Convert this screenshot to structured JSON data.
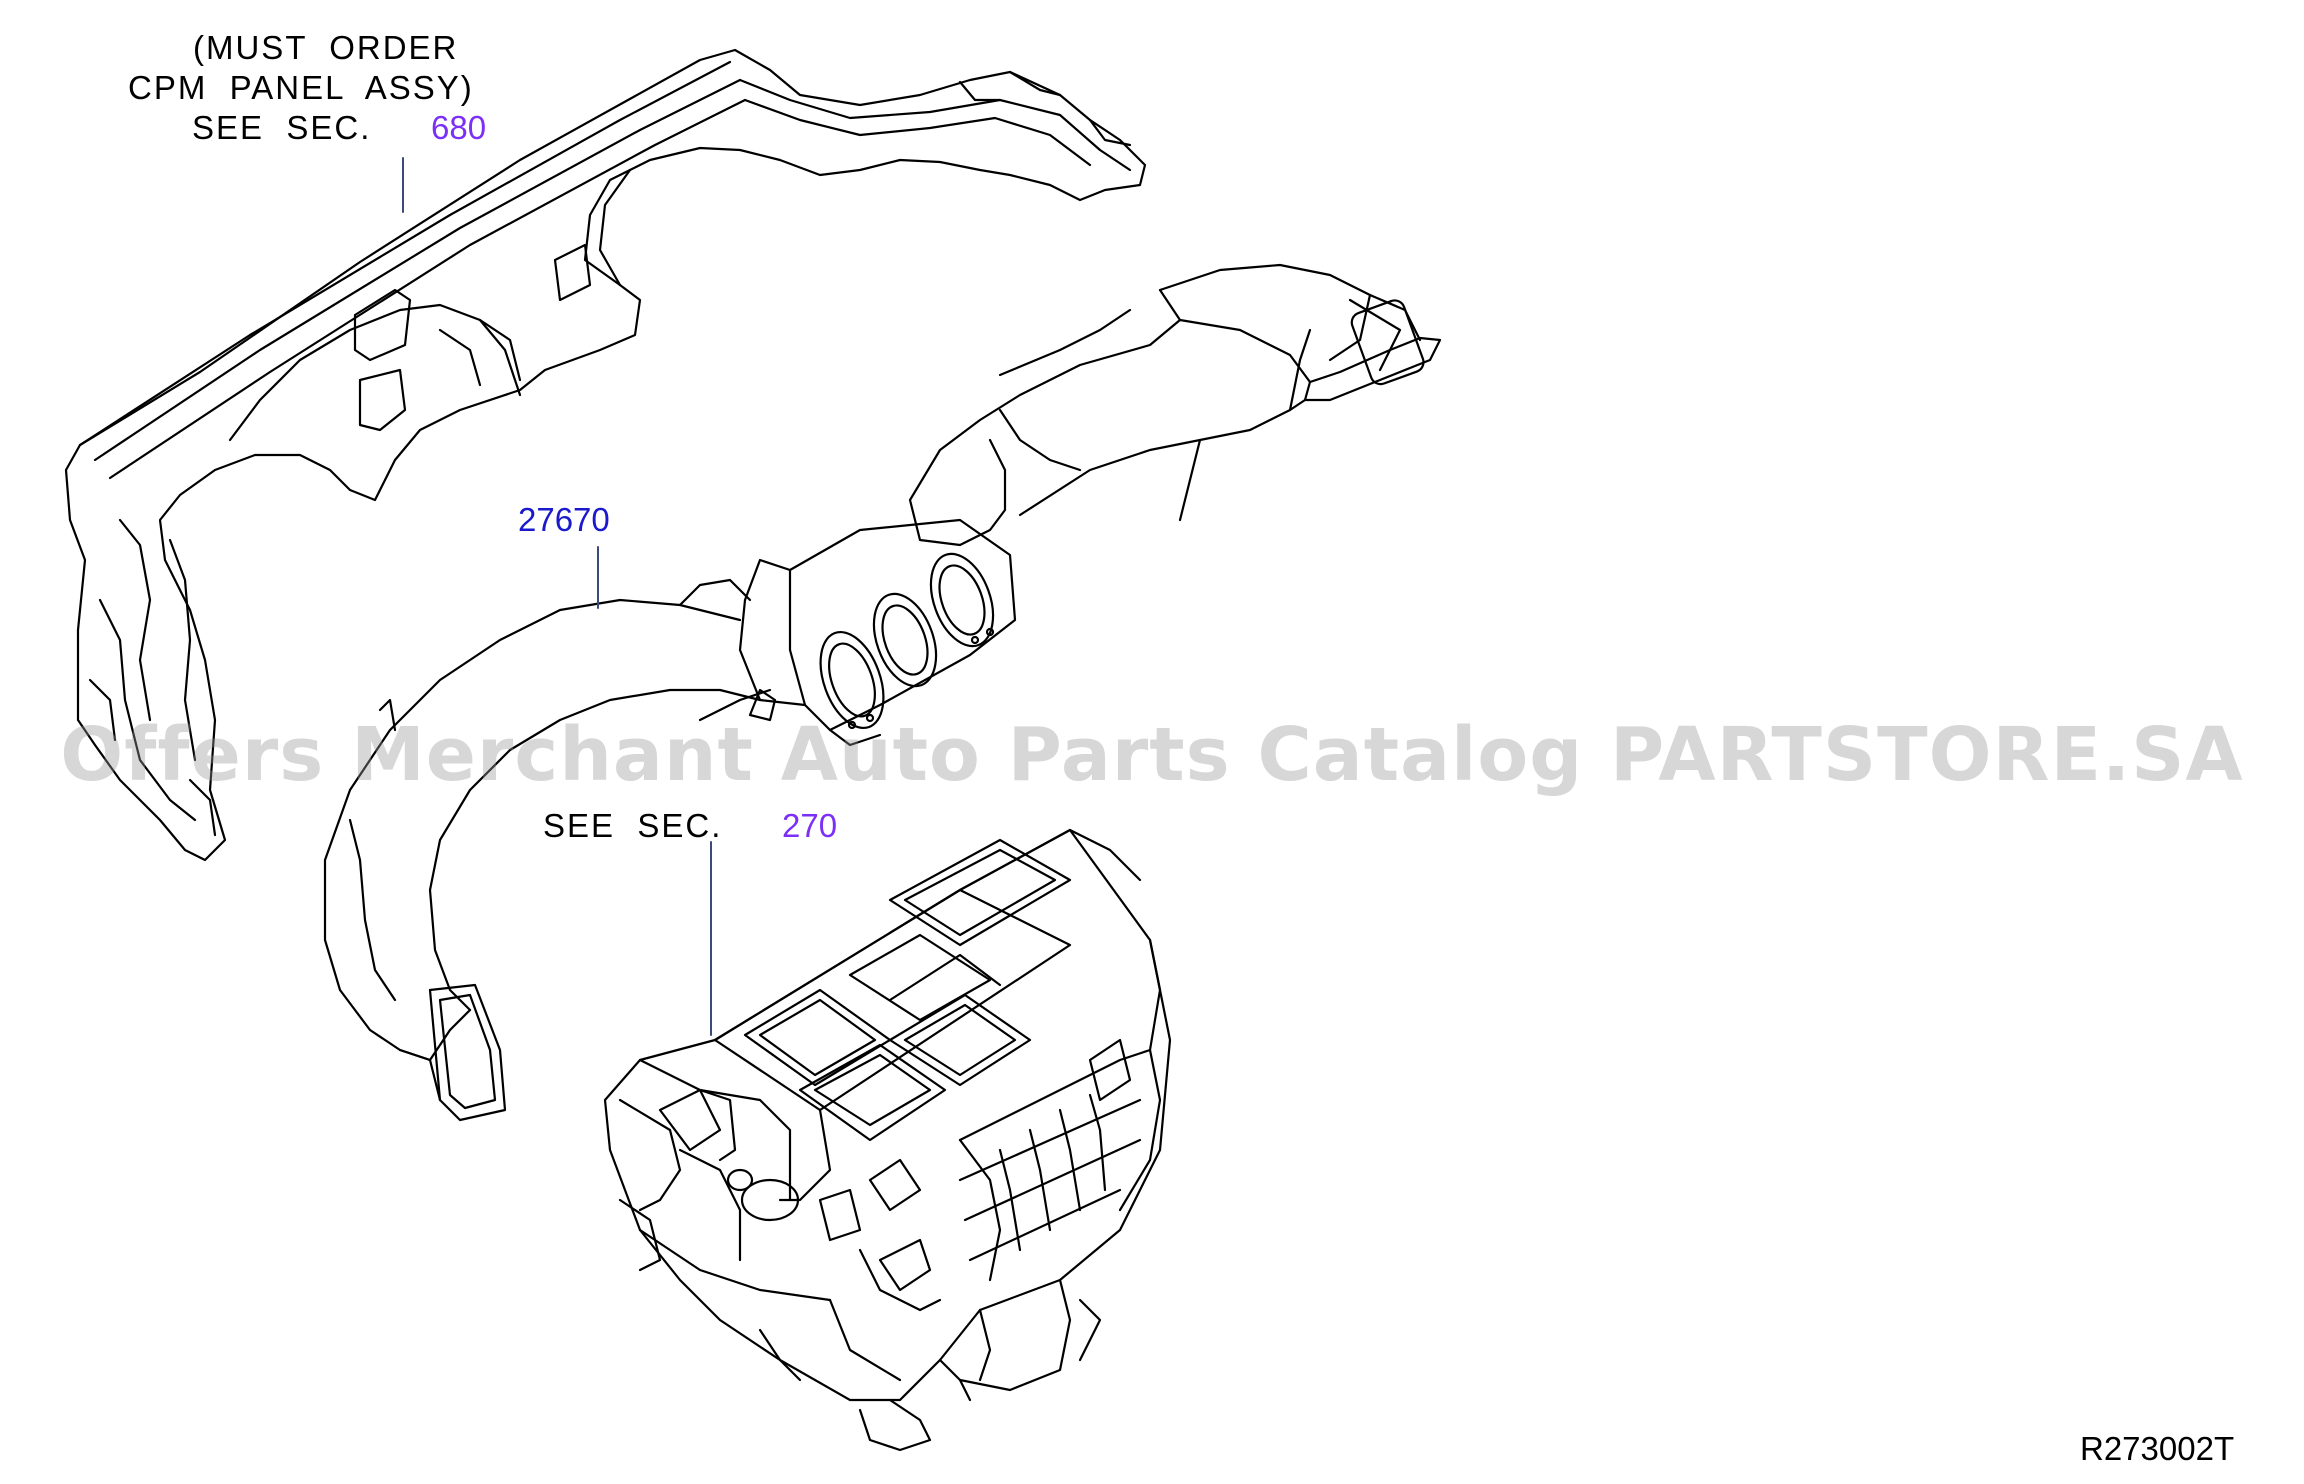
{
  "colors": {
    "line": "#000000",
    "leader": "#3a4a7a",
    "ref_purple": "#7b2ff7",
    "ref_blue": "#1a1acc",
    "watermark": "rgba(150,150,150,0.38)"
  },
  "callouts": {
    "top_note": {
      "line1": "(MUST  ORDER",
      "line2": "CPM  PANEL  ASSY)",
      "line3": "SEE  SEC.",
      "section": "680"
    },
    "duct_part": {
      "part_number": "27670"
    },
    "heater_note": {
      "see_text": "SEE  SEC.",
      "section": "270"
    }
  },
  "watermark": "Offers Merchant Auto Parts Catalog PARTSTORE.SA",
  "diagram_code": "R273002T",
  "icons": [
    "instrument-panel-drawing",
    "heater-duct-drawing",
    "heater-unit-drawing"
  ]
}
